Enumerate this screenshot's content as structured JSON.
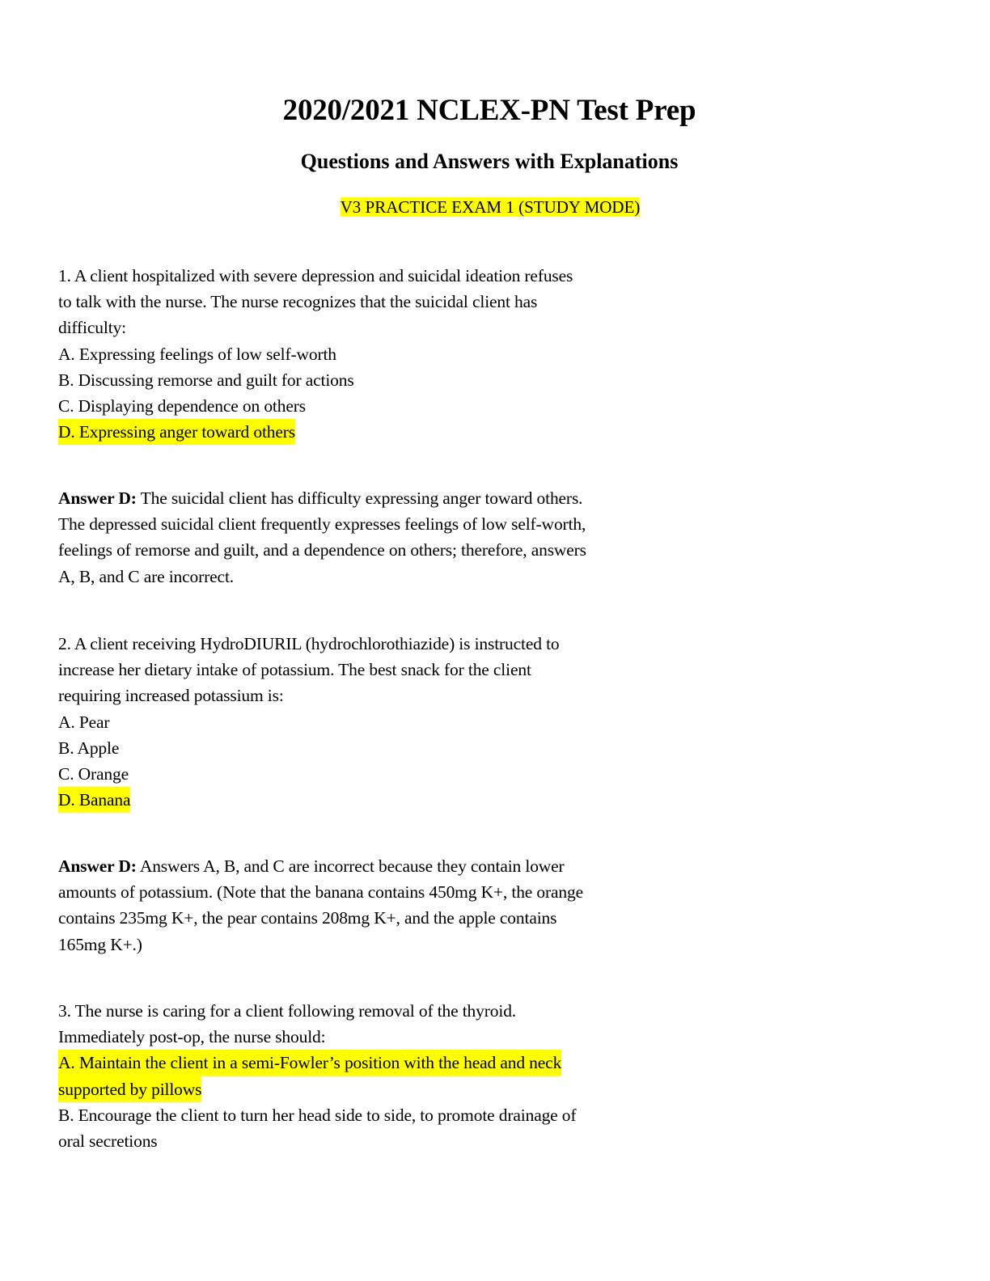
{
  "document": {
    "title": "2020/2021 NCLEX-PN Test Prep",
    "subtitle": "Questions and Answers with Explanations",
    "exam_label": "V3 PRACTICE EXAM 1 (STUDY MODE)",
    "highlight_color": "#ffff00"
  },
  "questions": [
    {
      "number": "1.",
      "stem_lines": [
        "1. A client hospitalized with severe depression and suicidal ideation refuses",
        "to talk with the nurse. The nurse recognizes that the suicidal client has",
        "difficulty:"
      ],
      "options": [
        {
          "label": "A. Expressing feelings of low self-worth",
          "correct": false
        },
        {
          "label": "B. Discussing remorse and guilt for actions",
          "correct": false
        },
        {
          "label": "C. Displaying dependence on others",
          "correct": false
        },
        {
          "label": "D. Expressing anger toward others",
          "correct": true
        }
      ],
      "answer": {
        "prefix": "Answer D:",
        "lines": [
          " The suicidal client has difficulty expressing anger toward others.",
          "The depressed suicidal client frequently expresses feelings of low self-worth,",
          "feelings of remorse and guilt, and a dependence on others; therefore, answers",
          "A, B, and C are incorrect."
        ]
      }
    },
    {
      "number": "2.",
      "stem_lines": [
        "2. A client receiving HydroDIURIL (hydrochlorothiazide) is instructed to",
        "increase her dietary intake of potassium. The best snack for the client",
        "requiring increased potassium is:"
      ],
      "options": [
        {
          "label": "A. Pear",
          "correct": false
        },
        {
          "label": "B. Apple",
          "correct": false
        },
        {
          "label": "C. Orange",
          "correct": false
        },
        {
          "label": "D. Banana",
          "correct": true
        }
      ],
      "answer": {
        "prefix": "Answer D:",
        "lines": [
          " Answers A, B, and C are incorrect because they contain lower",
          "amounts of potassium. (Note that the banana contains 450mg K+, the orange",
          "contains 235mg K+, the pear contains 208mg K+, and the apple contains",
          "165mg K+.)"
        ]
      }
    },
    {
      "number": "3.",
      "stem_lines": [
        "3. The nurse is caring for a client following removal of the thyroid.",
        "Immediately post-op, the nurse should:"
      ],
      "options": [
        {
          "label_lines": [
            "A. Maintain the client in a semi-Fowler’s position with the head and neck",
            "supported by pillows"
          ],
          "correct": true
        },
        {
          "label_lines": [
            "B. Encourage the client to turn her head side to side, to promote drainage of",
            "oral secretions"
          ],
          "correct": false
        }
      ]
    }
  ]
}
